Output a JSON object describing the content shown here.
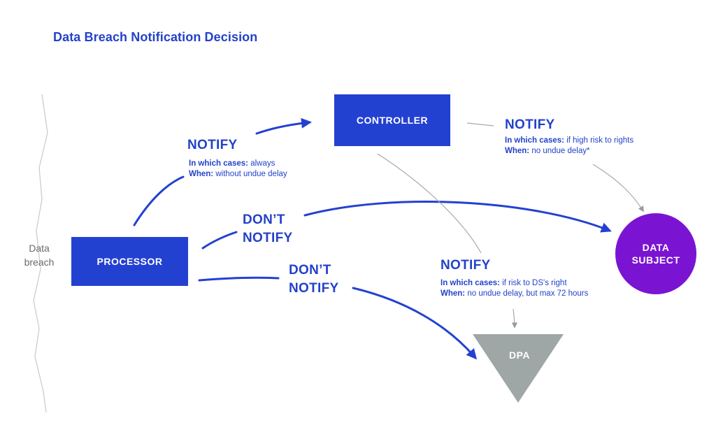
{
  "title": "Data Breach Notification Decision",
  "side_label": {
    "line1": "Data",
    "line2": "breach"
  },
  "nodes": {
    "controller": "CONTROLLER",
    "processor": "PROCESSOR",
    "data_subject": {
      "line1": "DATA",
      "line2": "SUBJECT"
    },
    "dpa": "DPA"
  },
  "edges": {
    "processor_to_controller": {
      "action": "NOTIFY",
      "cases_label": "In which cases:",
      "cases_value": "always",
      "when_label": "When:",
      "when_value": "without undue delay"
    },
    "controller_to_subject": {
      "action": "NOTIFY",
      "cases_label": "In which cases:",
      "cases_value": "if high risk to rights",
      "when_label": "When:",
      "when_value": "no undue delay*"
    },
    "processor_to_subject": {
      "action_line1": "DON’T",
      "action_line2": "NOTIFY"
    },
    "processor_to_dpa": {
      "action_line1": "DON’T",
      "action_line2": "NOTIFY"
    },
    "controller_to_dpa": {
      "action": "NOTIFY",
      "cases_label": "In which cases:",
      "cases_value": "if risk to DS's right",
      "when_label": "When:",
      "when_value": "no undue delay, but max 72 hours"
    }
  },
  "colors": {
    "primary_blue": "#2341d1",
    "text_blue": "#2342c9",
    "purple": "#7a14d2",
    "gray": "#9ea6a6",
    "connector_gray": "#a8a8a8"
  }
}
